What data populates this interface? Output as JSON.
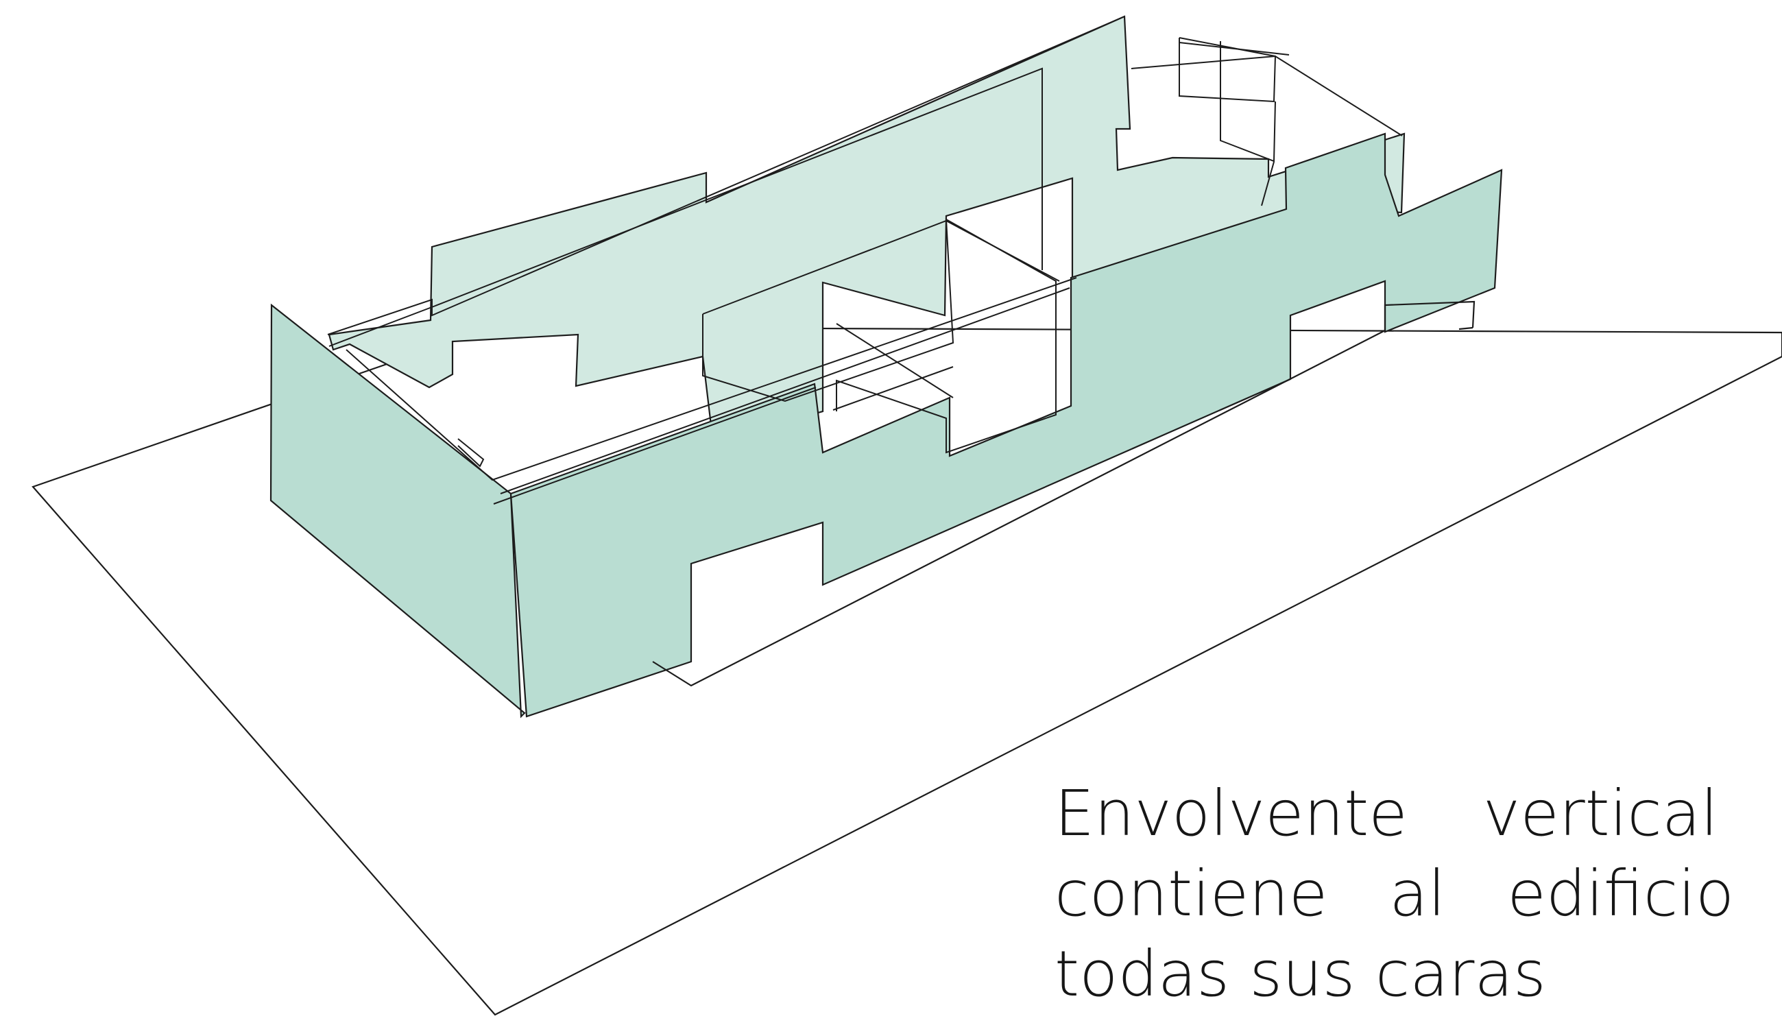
{
  "caption": {
    "line1": [
      "Envolvente",
      "vertical"
    ],
    "line2": [
      "contiene",
      "al",
      "edificio"
    ],
    "line3": "todas sus caras"
  },
  "colors": {
    "facade_fill": "#b9ddd2",
    "facade_fill_back": "#d2e9e1",
    "line": "#1c1c1c",
    "background": "#ffffff",
    "text": "#161616"
  }
}
